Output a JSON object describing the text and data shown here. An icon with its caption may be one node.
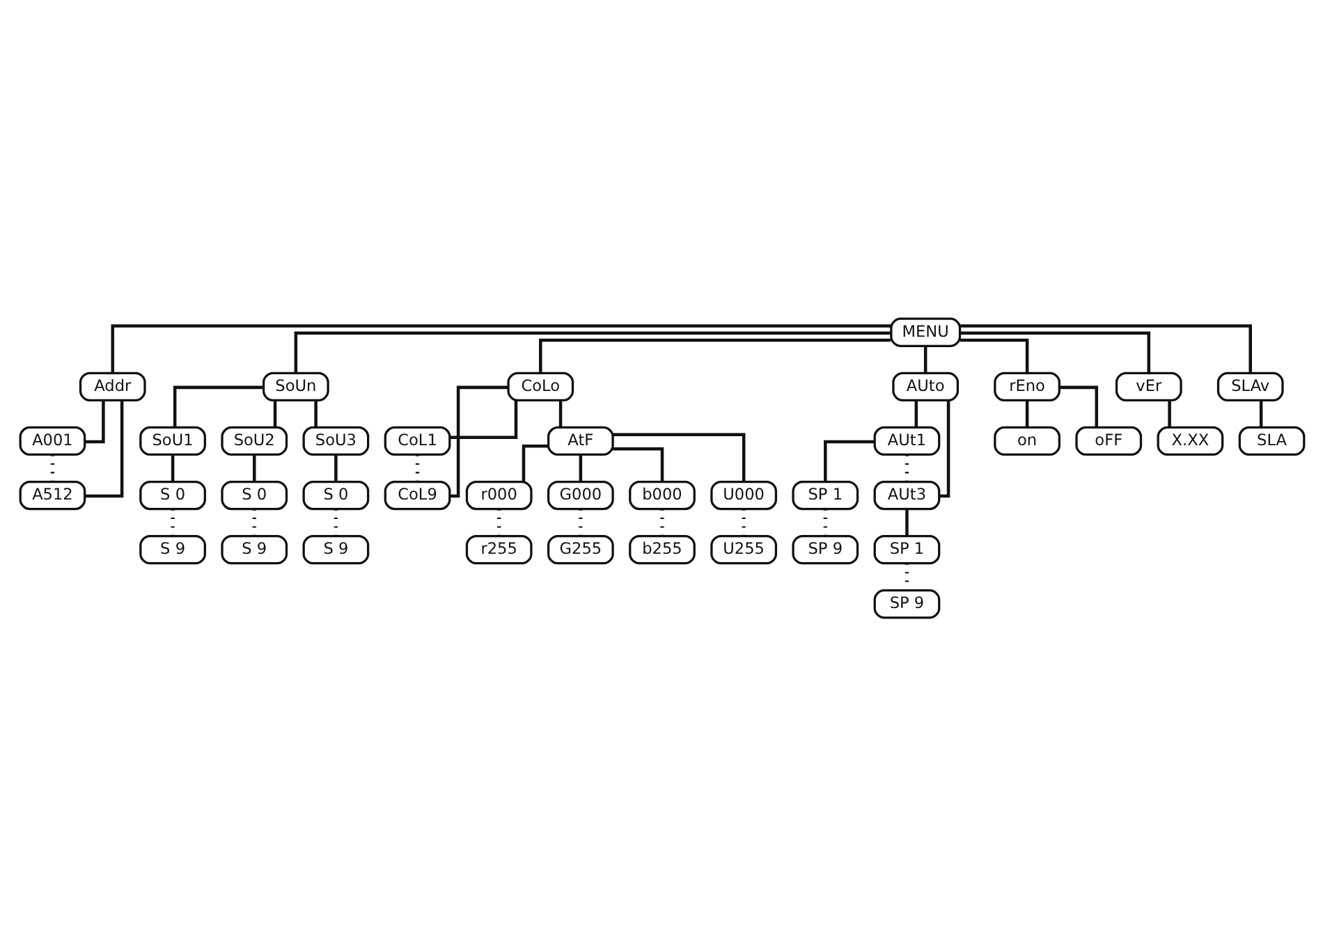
{
  "diagram": {
    "nodes": [
      {
        "text": [
          "MENU"
        ]
      },
      {
        "text": [
          "Addr"
        ]
      },
      {
        "text": [
          "A001"
        ]
      },
      {
        "text": [
          "A512"
        ]
      },
      {
        "text": [
          "SoUn"
        ]
      },
      {
        "text": [
          "SoU1"
        ]
      },
      {
        "text": [
          "S 0"
        ]
      },
      {
        "text": [
          "S 9"
        ]
      },
      {
        "text": [
          "SoU2"
        ]
      },
      {
        "text": [
          "S 0"
        ]
      },
      {
        "text": [
          "S 9"
        ]
      },
      {
        "text": [
          "SoU3"
        ]
      },
      {
        "text": [
          "S 0"
        ]
      },
      {
        "text": [
          "S 9"
        ]
      },
      {
        "text": [
          "CoLo"
        ]
      },
      {
        "text": [
          "CoL1"
        ]
      },
      {
        "text": [
          "CoL9"
        ]
      },
      {
        "text": [
          "AtF"
        ]
      },
      {
        "text": [
          "r000"
        ]
      },
      {
        "text": [
          "r255"
        ]
      },
      {
        "text": [
          "G000"
        ]
      },
      {
        "text": [
          "G255"
        ]
      },
      {
        "text": [
          "b000"
        ]
      },
      {
        "text": [
          "b255"
        ]
      },
      {
        "text": [
          "U000"
        ]
      },
      {
        "text": [
          "U255"
        ]
      },
      {
        "text": [
          "AUto"
        ]
      },
      {
        "text": [
          "AUt1"
        ]
      },
      {
        "text": [
          "SP 1"
        ]
      },
      {
        "text": [
          "SP 9"
        ]
      },
      {
        "text": [
          "AUt3"
        ]
      },
      {
        "text": [
          "SP 1"
        ]
      },
      {
        "text": [
          "SP 9"
        ]
      },
      {
        "text": [
          "rEno"
        ]
      },
      {
        "text": [
          "on"
        ]
      },
      {
        "text": [
          "oFF"
        ]
      },
      {
        "text": [
          "vEr"
        ]
      },
      {
        "text": [
          "X.XX"
        ]
      },
      {
        "text": [
          "SLAv"
        ]
      },
      {
        "text": [
          "SLA"
        ]
      }
    ],
    "edges": [
      {
        "from": 0,
        "to": 1,
        "arrow": "none"
      },
      {
        "from": 0,
        "to": 4,
        "arrow": "none"
      },
      {
        "from": 0,
        "to": 14,
        "arrow": "none"
      },
      {
        "from": 0,
        "to": 26,
        "arrow": "none"
      },
      {
        "from": 0,
        "to": 33,
        "arrow": "none"
      },
      {
        "from": 0,
        "to": 36,
        "arrow": "none"
      },
      {
        "from": 0,
        "to": 38,
        "arrow": "none"
      },
      {
        "from": 1,
        "to": 2,
        "arrow": "none"
      },
      {
        "from": 1,
        "to": 3,
        "arrow": "none"
      },
      {
        "from": 2,
        "to": 3,
        "arrow": "none",
        "style": "dashed"
      },
      {
        "from": 4,
        "to": 5,
        "arrow": "none"
      },
      {
        "from": 5,
        "to": 6,
        "arrow": "none"
      },
      {
        "from": 6,
        "to": 7,
        "arrow": "none",
        "style": "dashed"
      },
      {
        "from": 4,
        "to": 8,
        "arrow": "none"
      },
      {
        "from": 8,
        "to": 9,
        "arrow": "none"
      },
      {
        "from": 9,
        "to": 10,
        "arrow": "none",
        "style": "dashed"
      },
      {
        "from": 4,
        "to": 11,
        "arrow": "none"
      },
      {
        "from": 11,
        "to": 12,
        "arrow": "none"
      },
      {
        "from": 12,
        "to": 13,
        "arrow": "none",
        "style": "dashed"
      },
      {
        "from": 14,
        "to": 15,
        "arrow": "none"
      },
      {
        "from": 14,
        "to": 16,
        "arrow": "none"
      },
      {
        "from": 15,
        "to": 16,
        "arrow": "none",
        "style": "dashed"
      },
      {
        "from": 14,
        "to": 17,
        "arrow": "none"
      },
      {
        "from": 17,
        "to": 18,
        "arrow": "none"
      },
      {
        "from": 18,
        "to": 19,
        "arrow": "none",
        "style": "dashed"
      },
      {
        "from": 17,
        "to": 20,
        "arrow": "none"
      },
      {
        "from": 20,
        "to": 21,
        "arrow": "none",
        "style": "dashed"
      },
      {
        "from": 17,
        "to": 22,
        "arrow": "none"
      },
      {
        "from": 22,
        "to": 23,
        "arrow": "none",
        "style": "dashed"
      },
      {
        "from": 17,
        "to": 24,
        "arrow": "none"
      },
      {
        "from": 24,
        "to": 25,
        "arrow": "none",
        "style": "dashed"
      },
      {
        "from": 26,
        "to": 27,
        "arrow": "none"
      },
      {
        "from": 27,
        "to": 28,
        "arrow": "none"
      },
      {
        "from": 28,
        "to": 29,
        "arrow": "none",
        "style": "dashed"
      },
      {
        "from": 27,
        "to": 30,
        "arrow": "none",
        "style": "dashed"
      },
      {
        "from": 26,
        "to": 30,
        "arrow": "none"
      },
      {
        "from": 30,
        "to": 31,
        "arrow": "none"
      },
      {
        "from": 31,
        "to": 32,
        "arrow": "none",
        "style": "dashed"
      },
      {
        "from": 33,
        "to": 34,
        "arrow": "none"
      },
      {
        "from": 33,
        "to": 35,
        "arrow": "none"
      },
      {
        "from": 36,
        "to": 37,
        "arrow": "none"
      },
      {
        "from": 38,
        "to": 39,
        "arrow": "none"
      }
    ]
  }
}
